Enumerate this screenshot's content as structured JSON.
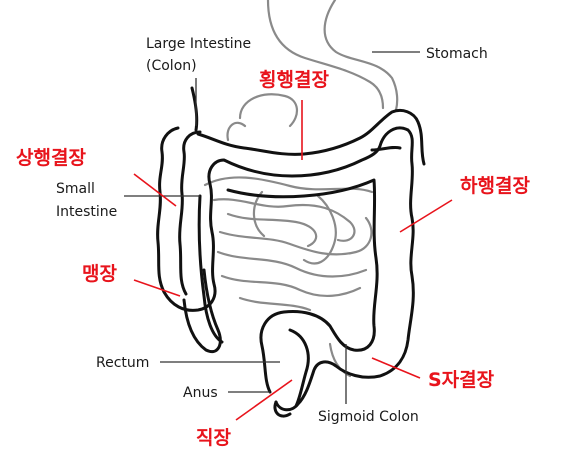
{
  "labels_en": {
    "large_intestine": [
      "Large Intestine",
      "(Colon)"
    ],
    "stomach": "Stomach",
    "small_intestine": [
      "Small",
      "Intestine"
    ],
    "rectum": "Rectum",
    "anus": "Anus",
    "sigmoid_colon": "Sigmoid Colon"
  },
  "labels_ko": {
    "transverse_colon": "횡행결장",
    "ascending_colon": "상행결장",
    "descending_colon": "하행결장",
    "cecum": "맹장",
    "sigmoid_colon": "S자결장",
    "rectum": "직장"
  },
  "colors": {
    "outline": "#111111",
    "organ_grey": "#8a8a8a",
    "korean_label": "#e8141c",
    "english_label": "#1a1a1a"
  }
}
